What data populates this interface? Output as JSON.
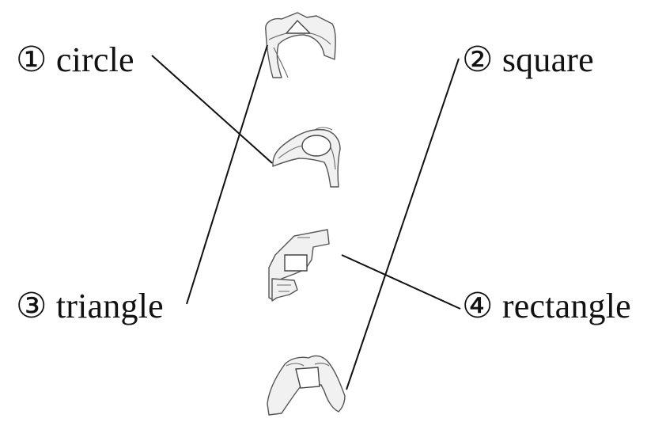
{
  "labels": [
    {
      "num": "①",
      "word": "circle"
    },
    {
      "num": "②",
      "word": "square"
    },
    {
      "num": "③",
      "word": "triangle"
    },
    {
      "num": "④",
      "word": "rectangle"
    }
  ],
  "hand_pictures": [
    {
      "id": "hands-triangle-icon"
    },
    {
      "id": "hands-circle-icon"
    },
    {
      "id": "hands-rectangle-icon"
    },
    {
      "id": "hands-square-icon"
    }
  ]
}
